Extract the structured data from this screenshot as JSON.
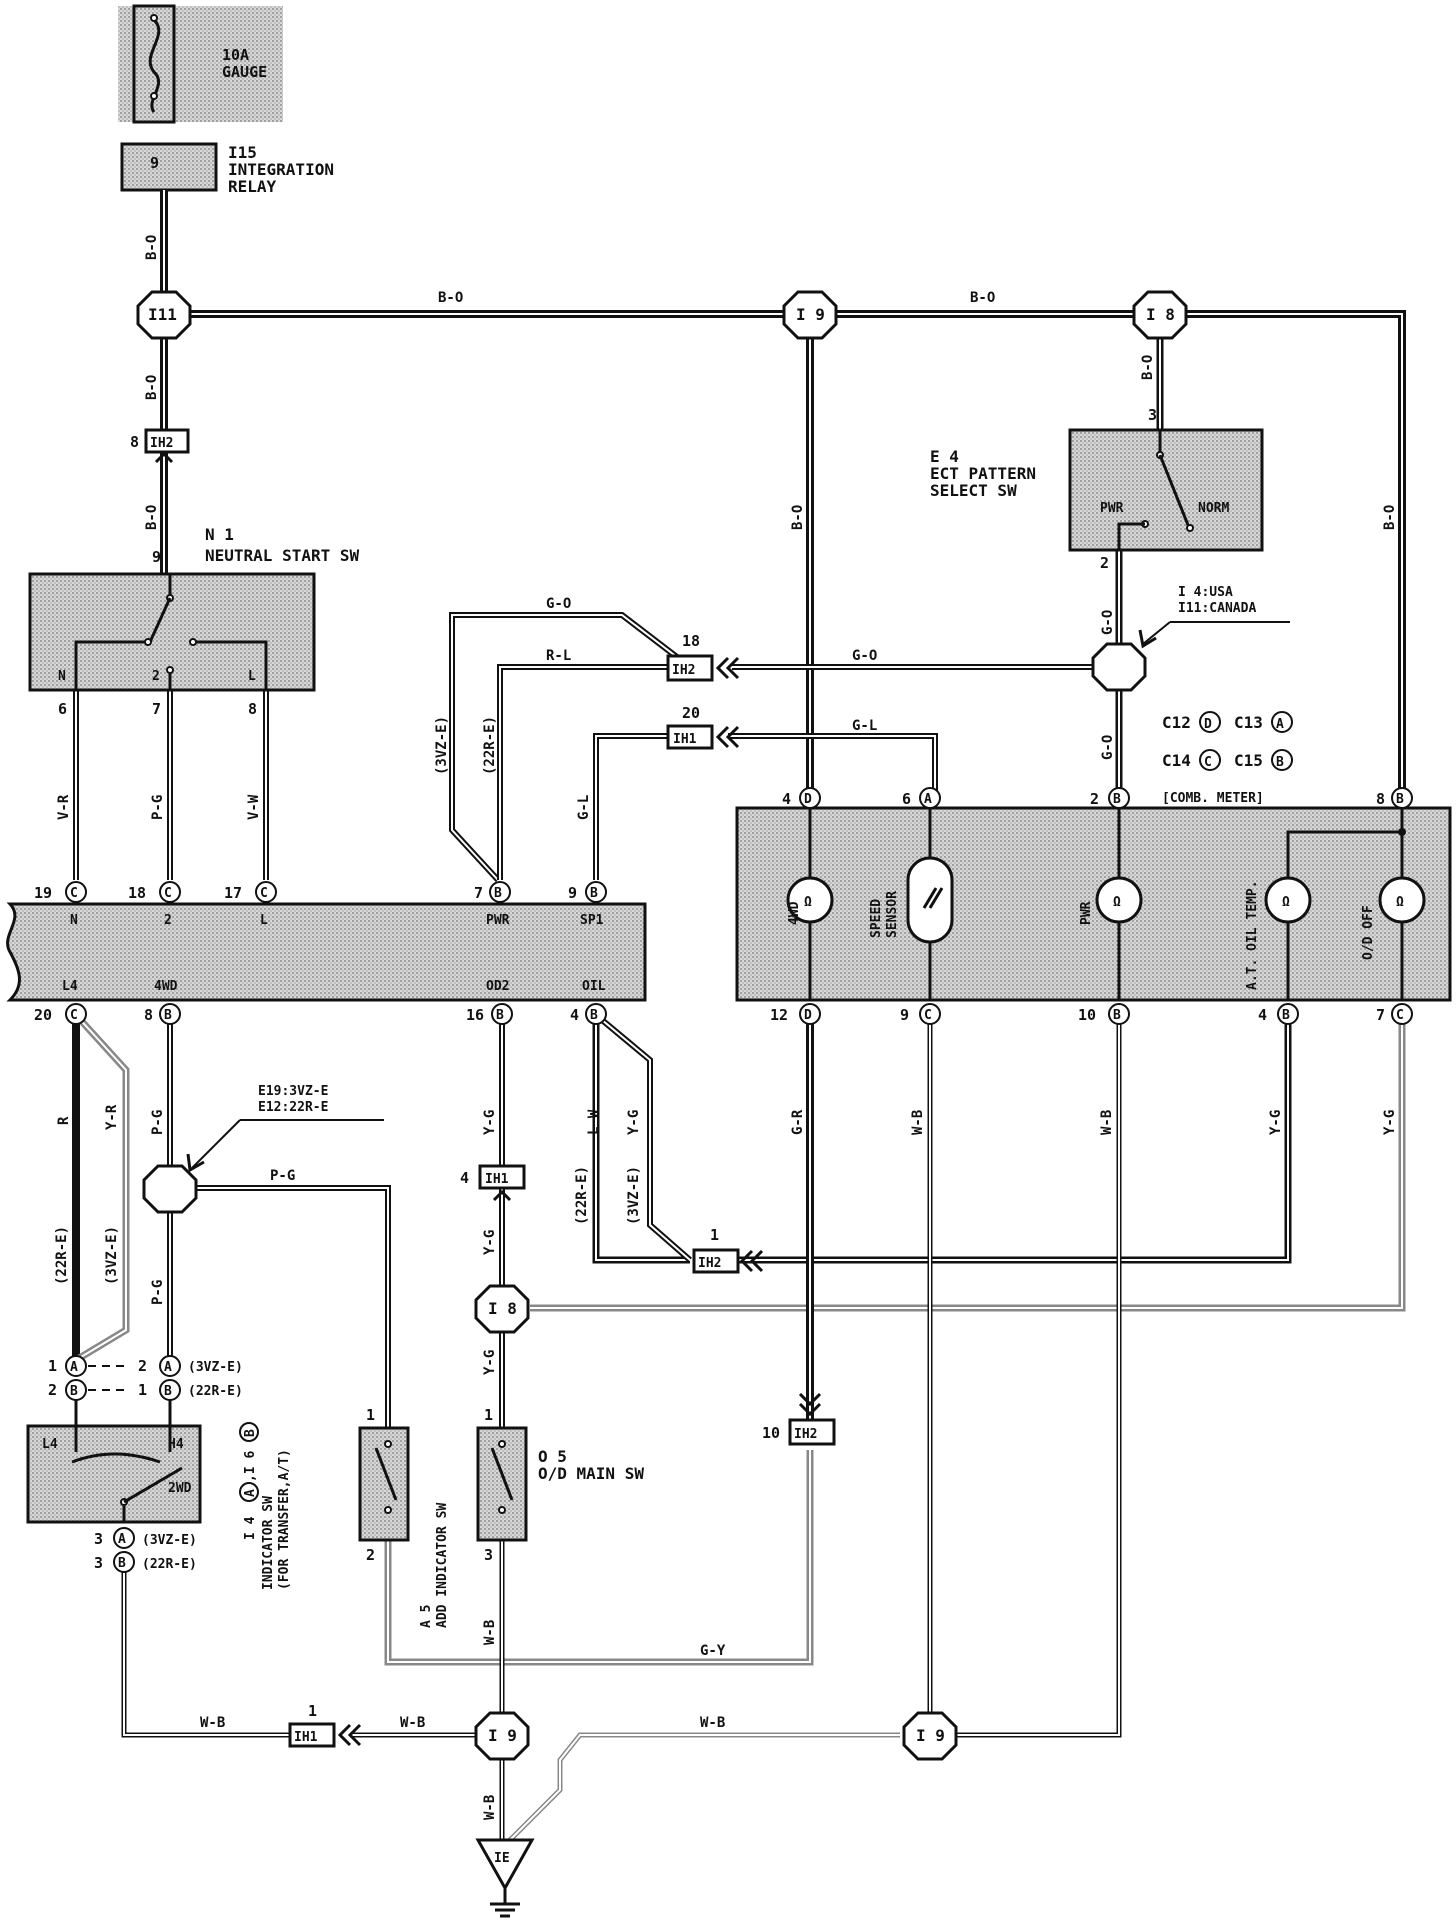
{
  "fuse": {
    "label1": "10A",
    "label2": "GAUGE"
  },
  "relay": {
    "pin": "9",
    "code": "I15",
    "name1": "INTEGRATION",
    "name2": "RELAY"
  },
  "wire_top": {
    "pin": "9",
    "color1": "B-O",
    "color2": "B-O",
    "color3": "B-O"
  },
  "junctions": {
    "i11": "I11",
    "i9": "I 9",
    "i8": "I 8",
    "i8b": "I 8",
    "i9a": "I 9",
    "i9b": "I 9"
  },
  "connectors": {
    "ih2_8": "IH2",
    "ih2_8_pin": "8",
    "ih2_18": "IH2",
    "ih2_18_pin": "18",
    "ih1_20": "IH1",
    "ih1_20_pin": "20",
    "ih1_4": "IH1",
    "ih1_4_pin": "4",
    "ih2_1": "IH2",
    "ih2_1_pin": "1",
    "ih2_10": "IH2",
    "ih2_10_pin": "10",
    "ih1_1": "IH1",
    "ih1_1_pin": "1"
  },
  "wires": {
    "bo_top1": "B-O",
    "bo_top2": "B-O",
    "bo_mid": "B-O",
    "bo_e4": "B-O",
    "bo_right": "B-O",
    "go_top": "G-O",
    "rl": "R-L",
    "go_mid": "G-O",
    "go_e4": "G-O",
    "go_down": "G-O",
    "gl_top": "G-L",
    "gl_side": "G-L",
    "vr": "V-R",
    "pg1": "P-G",
    "vw": "V-W",
    "e3vz": "(3VZ-E)",
    "e22r": "(22R-E)",
    "r": "R",
    "yr": "Y-R",
    "e22r_l": "(22R-E)",
    "e3vz_l": "(3VZ-E)",
    "pg_a": "P-G",
    "pg_b": "P-G",
    "pg_c": "P-G",
    "yg_a": "Y-G",
    "yg_b": "Y-G",
    "yg_c": "Y-G",
    "e22r_m": "(22R-E)",
    "lw": "L-W",
    "e3vz_m": "(3VZ-E)",
    "yg_m": "Y-G",
    "gr": "G-R",
    "wb1": "W-B",
    "wb2": "W-B",
    "yg_r1": "Y-G",
    "yg_r2": "Y-G",
    "gy": "G-Y",
    "wb_a": "W-B",
    "wb_b": "W-B",
    "wb_c": "W-B",
    "wb_d": "W-B",
    "wb_e": "W-B"
  },
  "e4": {
    "code": "E 4",
    "name1": "ECT PATTERN",
    "name2": "SELECT SW",
    "pwr": "PWR",
    "norm": "NORM",
    "pin3": "3",
    "pin2": "2"
  },
  "i4note": {
    "line1": "I 4:USA",
    "line2": "I11:CANADA"
  },
  "n1": {
    "code": "N 1",
    "name": "NEUTRAL START SW",
    "pin9": "9",
    "pin2": "2",
    "n": "N",
    "l": "L",
    "p6": "6",
    "p7": "7",
    "p8": "8"
  },
  "meter": {
    "codes1a": "C12",
    "c1a": "D",
    "codes1b": "C13",
    "c1b": "A",
    "codes2a": "C14",
    "c2a": "C",
    "codes2b": "C15",
    "c2b": "B",
    "name": "[COMB. METER]",
    "top_pins": [
      {
        "n": "4",
        "c": "D"
      },
      {
        "n": "6",
        "c": "A"
      },
      {
        "n": "2",
        "c": "B"
      },
      {
        "n": "8",
        "c": "B"
      }
    ],
    "bot_pins": [
      {
        "n": "12",
        "c": "D"
      },
      {
        "n": "9",
        "c": "C"
      },
      {
        "n": "10",
        "c": "B"
      },
      {
        "n": "4",
        "c": "B"
      },
      {
        "n": "7",
        "c": "C"
      }
    ],
    "fourwd": "4WD",
    "speed1": "SPEED",
    "speed2": "SENSOR",
    "pwr": "PWR",
    "oil": "A.T. OIL TEMP.",
    "od": "O/D OFF"
  },
  "ecu": {
    "top_pins": [
      {
        "n": "19",
        "c": "C"
      },
      {
        "n": "18",
        "c": "C"
      },
      {
        "n": "17",
        "c": "C"
      },
      {
        "n": "7",
        "c": "B"
      },
      {
        "n": "9",
        "c": "B"
      }
    ],
    "top_labels": [
      "N",
      "2",
      "L",
      "PWR",
      "SP1"
    ],
    "bot_labels": [
      "L4",
      "4WD",
      "OD2",
      "OIL"
    ],
    "bot_pins": [
      {
        "n": "20",
        "c": "C"
      },
      {
        "n": "8",
        "c": "B"
      },
      {
        "n": "16",
        "c": "B"
      },
      {
        "n": "4",
        "c": "B"
      }
    ]
  },
  "e19note": {
    "line1": "E19:3VZ-E",
    "line2": "E12:22R-E"
  },
  "i4sw": {
    "p1": "1",
    "c1": "A",
    "dash1": "2",
    "c1b": "A",
    "e1": "(3VZ-E)",
    "p2": "2",
    "c2": "B",
    "dash2": "1",
    "c2b": "B",
    "e2": "(22R-E)",
    "l4": "L4",
    "h4": "H4",
    "twowd": "2WD",
    "p3a": "3",
    "c3a": "A",
    "e3a": "(3VZ-E)",
    "p3b": "3",
    "c3b": "B",
    "e3b": "(22R-E)",
    "code": "I 4",
    "ca": "A",
    "code2": ",I 6",
    "cb": "B",
    "name1": "INDICATOR SW",
    "name2": "(FOR TRANSFER,A/T)"
  },
  "a5": {
    "code": "A 5",
    "name": "ADD INDICATOR SW",
    "p1": "1",
    "p2": "2"
  },
  "o5": {
    "code": "O 5",
    "name": "O/D MAIN SW",
    "p1": "1",
    "p3": "3"
  },
  "ground": {
    "label": "IE"
  }
}
